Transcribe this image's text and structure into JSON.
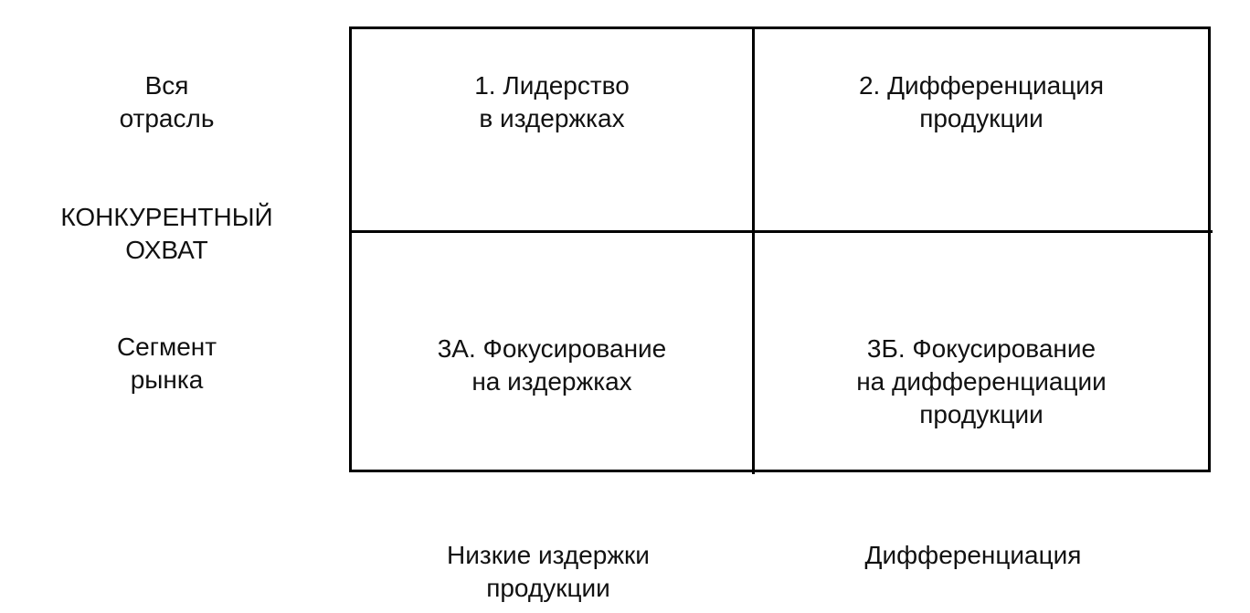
{
  "diagram": {
    "type": "2x2 matrix",
    "y_axis": {
      "title_line1": "КОНКУРЕНТНЫЙ",
      "title_line2": "ОХВАТ",
      "top_label_line1": "Вся",
      "top_label_line2": "отрасль",
      "bottom_label_line1": "Сегмент",
      "bottom_label_line2": "рынка"
    },
    "x_axis": {
      "left_label_line1": "Низкие издержки",
      "left_label_line2": "продукции",
      "right_label": "Дифференциация"
    },
    "cells": [
      {
        "line1": "1. Лидерство",
        "line2": "в издержках"
      },
      {
        "line1": "2. Дифференциация",
        "line2": "продукции"
      },
      {
        "line1": "3А. Фокусирование",
        "line2": "на издержках"
      },
      {
        "line1": "3Б. Фокусирование",
        "line2": "на дифференциации",
        "line3": "продукции"
      }
    ]
  }
}
